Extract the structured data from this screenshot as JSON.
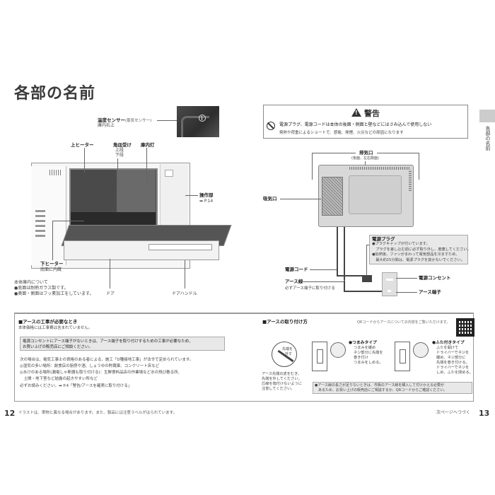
{
  "page": {
    "title": "各部の名前",
    "left_page_number": "12",
    "right_page_number": "13",
    "footer_note": "イラストは、実物と異なる場合があります。また、製品には注意ラベルがはられています。",
    "continue_text": "次ページへつづく",
    "side_tab": "各部の名前"
  },
  "front_diagram": {
    "labels": {
      "temp_sensor": "温度センサー",
      "temp_sensor_sub": "(蒸気センサー)",
      "temp_sensor_location": "庫内右上",
      "upper_heater": "上ヒーター",
      "shelf_support": "角皿受け",
      "shelf_upper": "上段",
      "shelf_lower": "下段",
      "interior_light": "庫内灯",
      "control_panel": "操作部",
      "control_panel_ref": "➡ P.14",
      "lower_heater": "下ヒーター",
      "lower_heater_sub": "底面に内蔵",
      "door": "ドア",
      "door_handle": "ドアハンドル"
    },
    "interior_note": {
      "heading": "本体庫内について",
      "items": [
        "●底面は耐熱ガラス製です。",
        "●奥面・側面はフッ素加工をしています。"
      ]
    }
  },
  "warning": {
    "title": "警告",
    "main_text": "電源プラグ、電源コードは本体の後面・側面と壁などにはさみ込んで使用しない",
    "sub_text": "発熱や荷重によるショートで、感電、発煙、火災などの原因になります"
  },
  "rear_diagram": {
    "labels": {
      "exhaust": "排気口",
      "exhaust_sub": "(後面、左右側面)",
      "intake": "吸気口",
      "power_cord": "電源コード",
      "earth_wire": "アース線",
      "earth_wire_sub": "必ずアース端子に取り付ける",
      "outlet": "電源コンセント",
      "earth_terminal": "アース端子"
    },
    "plug_note": {
      "heading": "電源プラグ",
      "lines": [
        "●プラグキャップが付いています。",
        "　プラグを差し込む前に必ず取り外し、廃棄してください。",
        "●加熱後、ファンがまわって電気部品を冷ますため、",
        "　最大約15分間は、電源プラグを抜かないでください。"
      ]
    }
  },
  "earth_work": {
    "heading": "■アースの工事が必要なとき",
    "sub": "本体価格には工事費は含まれていません。",
    "notice_lines": [
      "電源コンセントにアース端子がないときは、アース端子を取り付けするための工事が必要なため、",
      "お買い上げの販売店にご相談ください。"
    ],
    "body_lines": [
      "次の場合は、電気工事士の資格のある者による、施工「D種接地工事」が法令で定められています。",
      "◎湿気の多い場所：飲食店の厨房や酒、しょうゆの貯蔵庫、コンクリート床など",
      "◎水けのある場所(漏電しゃ断器も取り付ける)：生鮮食料品店の作業場など水の飛び散る所、",
      "　土間・地下室など結露の起きやすい所など",
      "必ずお読みください。➡ P.4「警告/アースを確実に取り付ける」"
    ]
  },
  "earth_install": {
    "heading": "■アースの取り付け方",
    "qr_note": "QRコードからアースについての内容をご覧いただけます。",
    "strip_label_1": "先端を",
    "strip_label_2": "外す",
    "strip_note_lines": [
      "アース先端の皮をむき、",
      "先端を外してください。",
      "芯線を傷付けないように",
      "注意してください。"
    ],
    "knob_type": {
      "title": "●つまみタイプ",
      "lines": [
        "つまみを緩め",
        "ネジ部分に先端を",
        "巻き付け",
        "つまみをしめる。"
      ]
    },
    "lid_type": {
      "title": "●ふた付きタイプ",
      "lines": [
        "ふたを開けて",
        "ドライバーでネジを",
        "緩め、ネジ部分に",
        "先端を巻き付ける。",
        "ドライバーでネジを",
        "しめ、ふたを閉める。"
      ]
    },
    "short_wire_lines": [
      "●アース線の長さが足りないときは、市販のアース線を購入して付けかえる必要が",
      "　あるため、お買い上げの販売店にご相談するか、QRコードからご確認ください。"
    ]
  }
}
